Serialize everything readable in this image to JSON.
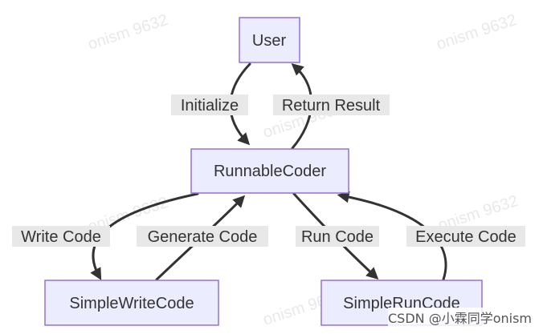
{
  "nodes": {
    "user": "User",
    "runnable_coder": "RunnableCoder",
    "simple_write_code": "SimpleWriteCode",
    "simple_run_code": "SimpleRunCode"
  },
  "edges": {
    "initialize": "Initialize",
    "return_result": "Return Result",
    "write_code": "Write Code",
    "generate_code": "Generate Code",
    "run_code": "Run Code",
    "execute_code": "Execute Code"
  },
  "watermark": "onism 9632",
  "credit": "CSDN @小霖同学onism",
  "colors": {
    "node_fill": "#ececff",
    "node_border": "#9370db",
    "edge": "#333333",
    "label_bg": "#e8e8e8"
  }
}
